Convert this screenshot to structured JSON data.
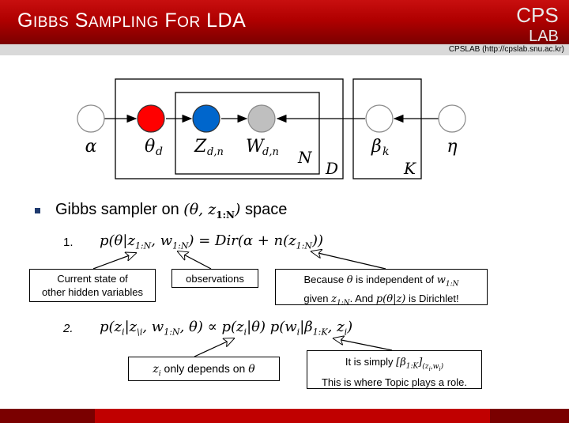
{
  "header": {
    "title": "Gibbs sampling for LDA",
    "logo_top": "CPS",
    "logo_bottom": "LAB",
    "credit": "CPSLAB (http://cpslab.snu.ac.kr)"
  },
  "diagram": {
    "nodes": [
      {
        "id": "alpha",
        "label": "α",
        "color": "#ffffff"
      },
      {
        "id": "theta",
        "label": "θ",
        "sub": "d",
        "color": "#ff0000"
      },
      {
        "id": "z",
        "label": "Z",
        "sub": "d,n",
        "color": "#0066cc"
      },
      {
        "id": "w",
        "label": "W",
        "sub": "d,n",
        "color": "#bfbfbf"
      },
      {
        "id": "beta",
        "label": "β",
        "sub": "k",
        "color": "#ffffff"
      },
      {
        "id": "eta",
        "label": "η",
        "color": "#ffffff"
      }
    ],
    "plates": [
      "N",
      "D",
      "K"
    ]
  },
  "bullet": {
    "prefix": "Gibbs sampler on ",
    "math": "(θ, z",
    "math_sub": "1:N",
    "math_close": ")",
    "suffix": " space"
  },
  "eq1": {
    "num": "1.",
    "text": "p(θ|z",
    "s1": "1:N",
    "t2": ", w",
    "s2": "1:N",
    "t3": ") = Dir(α + n(z",
    "s3": "1:N",
    "t4": "))"
  },
  "eq2": {
    "num": "2.",
    "t1": "p(z",
    "s1": "i",
    "t2": "|z",
    "s2": "\\i",
    "t3": ", w",
    "s3": "1:N",
    "t4": ", θ) ∝ p(z",
    "s4": "i",
    "t5": "|θ) p(w",
    "s5": "i",
    "t6": "|β",
    "s6": "1:K",
    "t7": ", z",
    "s7": "i",
    "t8": ")"
  },
  "callouts": {
    "hidden": {
      "line1": "Current state of",
      "line2": "other hidden variables"
    },
    "observations": {
      "line1": "observations"
    },
    "because": {
      "a": "Because ",
      "a_math": "θ",
      "b": " is independent of ",
      "b_math": "w",
      "b_sub": "1:N",
      "c": "given ",
      "c_math": "z",
      "c_sub": "1:N",
      "d": ". And ",
      "d_math": "p(θ|z)",
      "e": " is Dirichlet!"
    },
    "depends": {
      "a_math": "z",
      "a_sub": "i",
      "b": " only depends on ",
      "b_math": "θ"
    },
    "simply": {
      "a": "It is simply ",
      "a_math": "[β",
      "a_sub": "1:K",
      "a_close": "]",
      "a_sub2": "(z",
      "a_sub2i": "i",
      "a_sub2b": ",w",
      "a_sub2bi": "i",
      "a_sub2c": ")",
      "line2": "This is where Topic plays a role."
    }
  }
}
